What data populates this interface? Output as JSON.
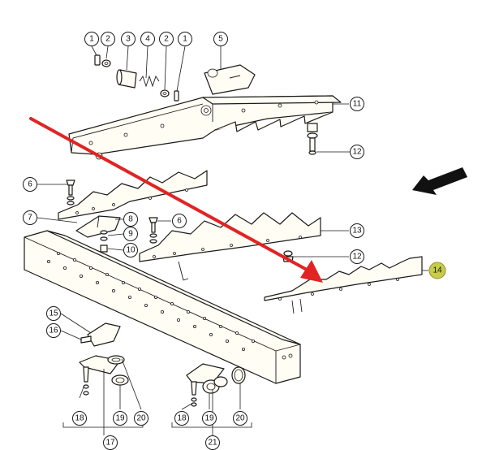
{
  "callouts": {
    "c1a": "1",
    "c2a": "2",
    "c3": "3",
    "c4": "4",
    "c2b": "2",
    "c1b": "1",
    "c5": "5",
    "c11": "11",
    "c12a": "12",
    "c6a": "6",
    "c7": "7",
    "c8": "8",
    "c6b": "6",
    "c9": "9",
    "c10": "10",
    "c13": "13",
    "c12b": "12",
    "c14": "14",
    "c15": "15",
    "c16": "16",
    "c17": "17",
    "c18a": "18",
    "c19a": "19",
    "c20a": "20",
    "c18b": "18",
    "c19b": "19",
    "c20b": "20",
    "c21": "21"
  },
  "colors": {
    "annotation_arrow": "#e02424",
    "highlight": "#c9cc4a",
    "ink": "#1a1a1a"
  },
  "highlighted_callout": "14"
}
